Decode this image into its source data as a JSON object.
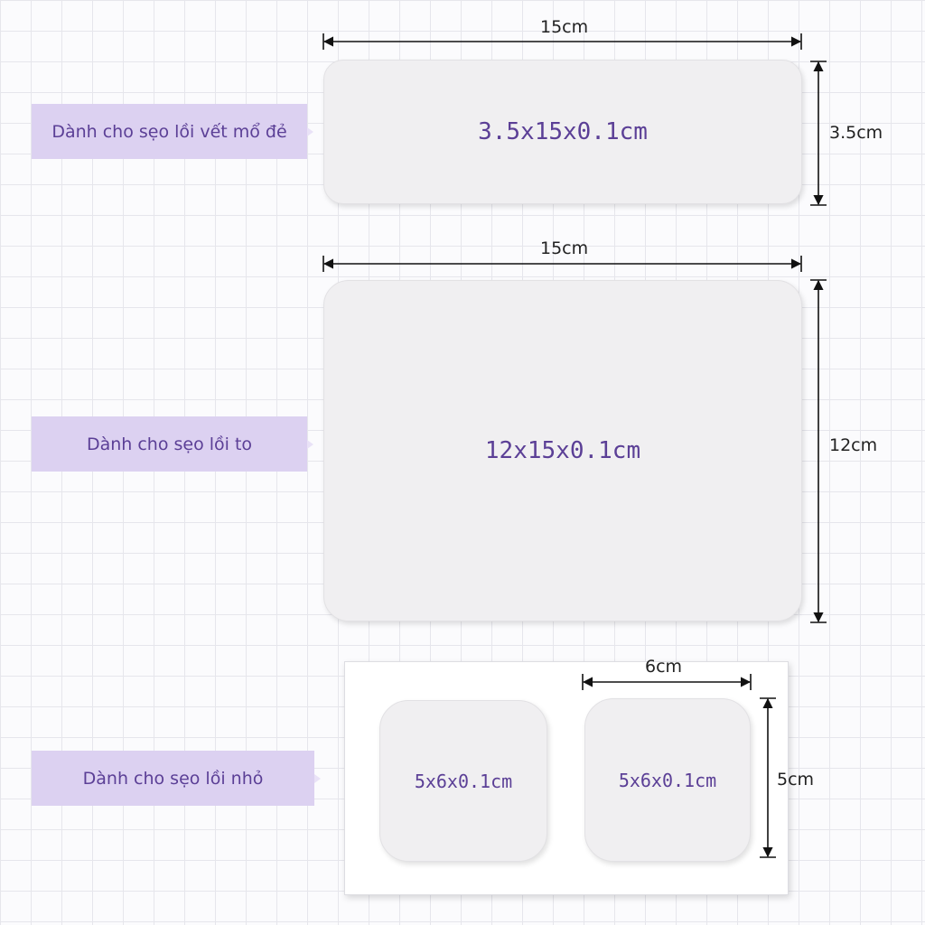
{
  "labels": {
    "strip": "Dành cho sẹo lồi vết mổ đẻ",
    "large": "Dành cho sẹo lồi to",
    "small": "Dành cho sẹo lồi nhỏ"
  },
  "pads": {
    "strip": "3.5x15x0.1cm",
    "large": "12x15x0.1cm",
    "small_left": "5x6x0.1cm",
    "small_right": "5x6x0.1cm"
  },
  "dimensions": {
    "strip_width": "15cm",
    "strip_height": "3.5cm",
    "large_width": "15cm",
    "large_height": "12cm",
    "small_width": "6cm",
    "small_height": "5cm"
  }
}
